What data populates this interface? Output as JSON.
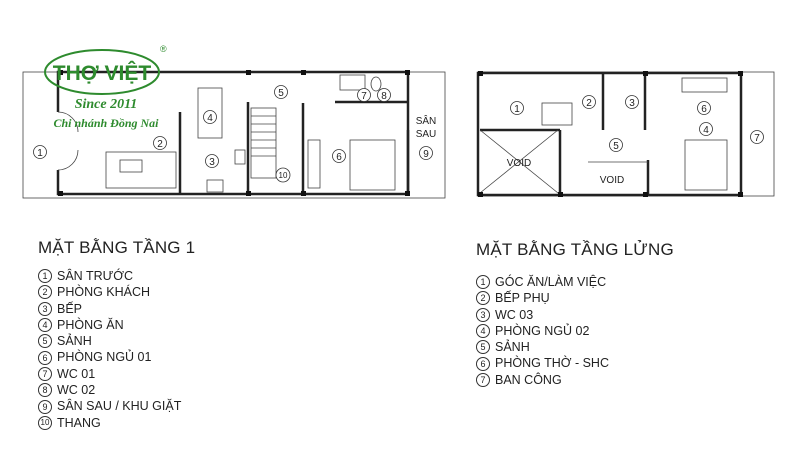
{
  "logo": {
    "brand": "THỢ VIỆT",
    "since": "Since 2011",
    "branch": "Chi nhánh Đồng Nai",
    "registered": "®",
    "color": "#2e8b2e"
  },
  "plan1": {
    "title": "MẶT BẰNG TẦNG 1",
    "room_numbers": [
      "1",
      "2",
      "3",
      "4",
      "5",
      "6",
      "7",
      "8",
      "9",
      "10"
    ],
    "extra_label": [
      "SÂN",
      "SAU"
    ],
    "items": [
      {
        "n": "1",
        "label": "SÂN TRƯỚC"
      },
      {
        "n": "2",
        "label": "PHÒNG KHÁCH"
      },
      {
        "n": "3",
        "label": "BẾP"
      },
      {
        "n": "4",
        "label": "PHÒNG ĂN"
      },
      {
        "n": "5",
        "label": "SẢNH"
      },
      {
        "n": "6",
        "label": "PHÒNG NGỦ 01"
      },
      {
        "n": "7",
        "label": "WC 01"
      },
      {
        "n": "8",
        "label": "WC 02"
      },
      {
        "n": "9",
        "label": "SÂN SAU / KHU GIẶT"
      },
      {
        "n": "10",
        "label": "THANG"
      }
    ]
  },
  "plan2": {
    "title": "MẶT BẰNG TẦNG LỬNG",
    "void_label": "VOID",
    "items": [
      {
        "n": "1",
        "label": "GÓC ĂN/LÀM VIỆC"
      },
      {
        "n": "2",
        "label": "BẾP PHỤ"
      },
      {
        "n": "3",
        "label": "WC 03"
      },
      {
        "n": "4",
        "label": "PHÒNG NGỦ 02"
      },
      {
        "n": "5",
        "label": "SẢNH"
      },
      {
        "n": "6",
        "label": "PHÒNG THỜ - SHC"
      },
      {
        "n": "7",
        "label": "BAN CÔNG"
      }
    ]
  }
}
